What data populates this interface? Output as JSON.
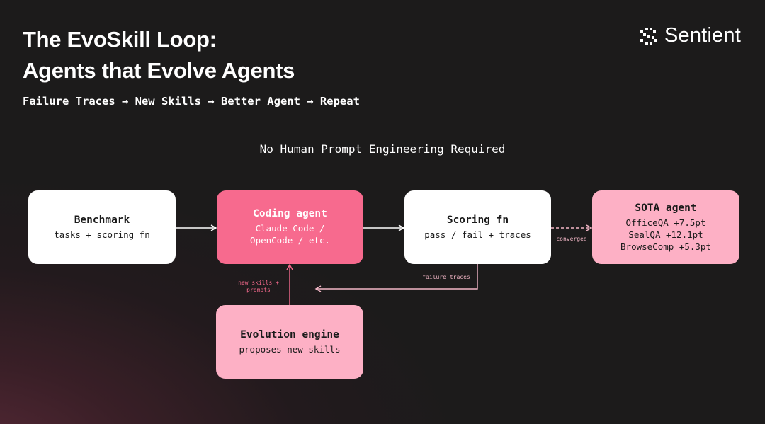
{
  "header": {
    "title_line1": "The EvoSkill Loop:",
    "title_line2": "Agents that Evolve Agents",
    "subtitle": "Failure Traces → New Skills → Better Agent → Repeat"
  },
  "brand": {
    "name": "Sentient",
    "icon": "sentient-logo-icon"
  },
  "tagline": "No Human Prompt Engineering Required",
  "nodes": {
    "benchmark": {
      "name": "Benchmark",
      "desc": "tasks + scoring fn"
    },
    "coding_agent": {
      "name": "Coding agent",
      "desc": "Claude Code /\nOpenCode / etc."
    },
    "scoring_fn": {
      "name": "Scoring fn",
      "desc": "pass / fail + traces"
    },
    "sota_agent": {
      "name": "SOTA agent",
      "desc": "OfficeQA +7.5pt\nSealQA +12.1pt\nBrowseComp +5.3pt"
    },
    "evolution_engine": {
      "name": "Evolution engine",
      "desc": "proposes new skills"
    }
  },
  "edges": {
    "converged": "converged",
    "failure_traces": "failure traces",
    "new_skills": "new skills +\nprompts"
  },
  "colors": {
    "background": "#1c1b1b",
    "accent": "#f76a8e",
    "pink": "#fdb0c5",
    "white": "#ffffff"
  }
}
